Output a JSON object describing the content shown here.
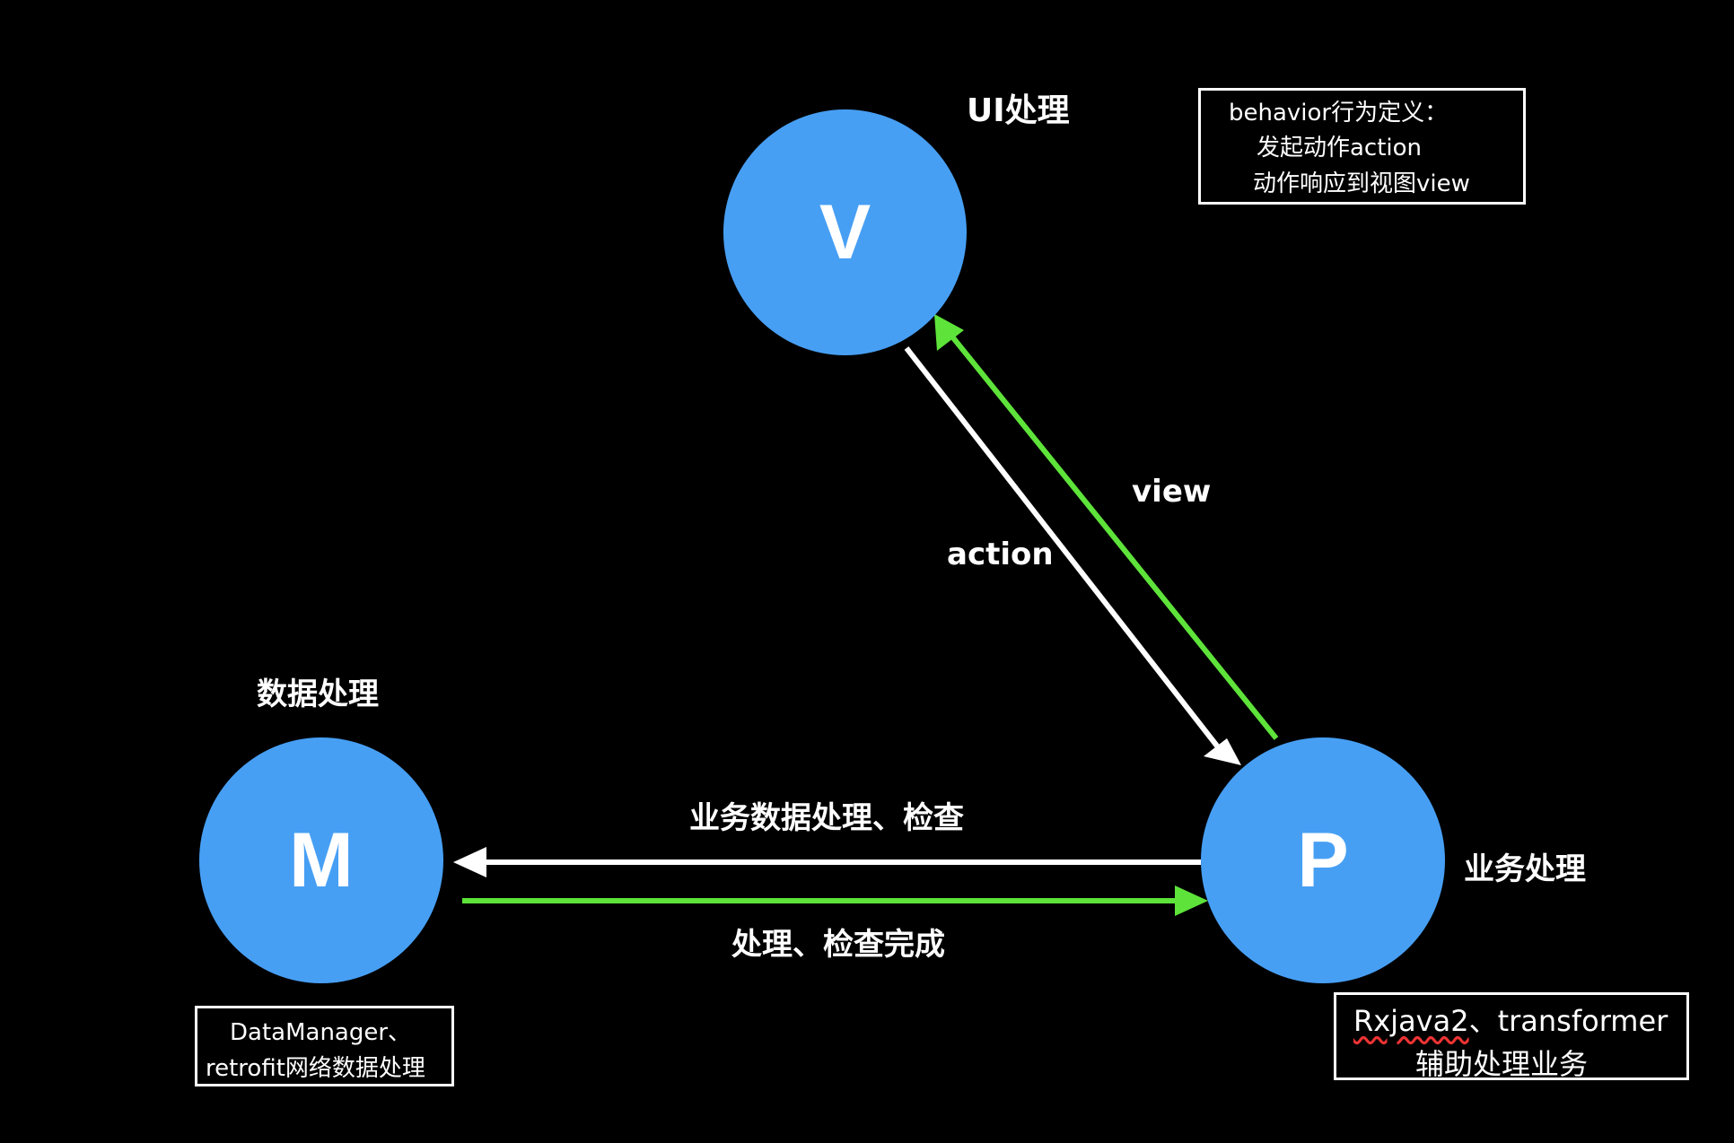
{
  "colors": {
    "background": "#000000",
    "node_fill": "#479ff4",
    "forward_arrow": "#ffffff",
    "return_arrow": "#5ee33a",
    "text": "#ffffff"
  },
  "nodes": {
    "v": {
      "letter": "V",
      "label": "UI处理"
    },
    "m": {
      "letter": "M",
      "label": "数据处理"
    },
    "p": {
      "letter": "P",
      "label": "业务处理"
    }
  },
  "edges": {
    "action": "action",
    "view": "view",
    "business_check": "业务数据处理、检查",
    "check_done": "处理、检查完成"
  },
  "notes": {
    "behavior": {
      "line1": "behavior行为定义：",
      "line2": "发起动作action",
      "line3": "动作响应到视图view"
    },
    "model": {
      "line1": "DataManager、",
      "line2": "retrofit网络数据处理"
    },
    "presenter": {
      "line1_underlined": "Rxjava2",
      "line1_rest": "、transformer",
      "line2": "辅助处理业务"
    }
  }
}
